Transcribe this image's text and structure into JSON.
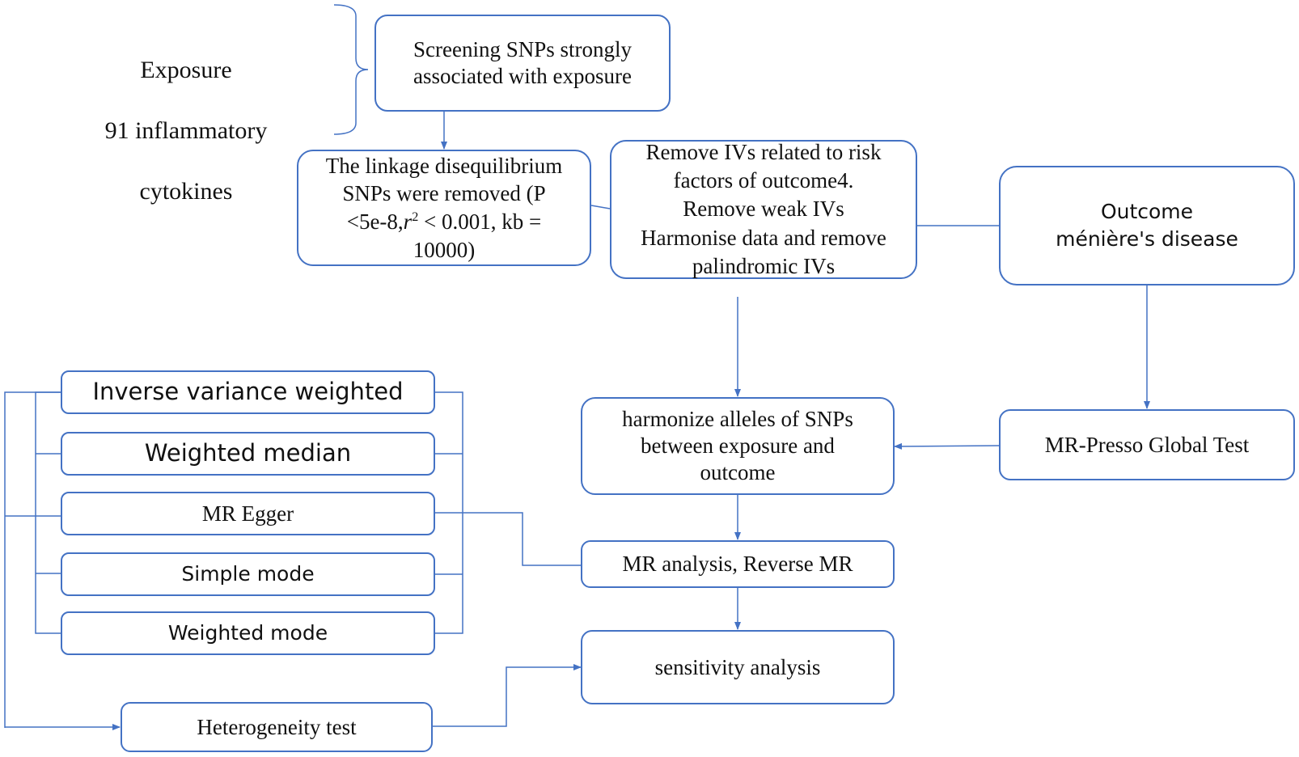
{
  "colors": {
    "line": "#4472c4",
    "box_border": "#4472c4",
    "text": "#111111",
    "background": "#ffffff"
  },
  "exposure_label": {
    "line1": "Exposure",
    "line2": "91 inflammatory",
    "line3": "cytokines"
  },
  "nodes": {
    "screening": "Screening SNPs strongly\nassociated with exposure",
    "linkage": {
      "part1": "The linkage disequilibrium\nSNPs were removed (P\n<5e-8,",
      "r": "r",
      "sup": "2",
      "part2": " < 0.001, kb =\n10000)"
    },
    "remove_ivs": "Remove IVs related to risk\nfactors of outcome4.\nRemove weak IVs\nHarmonise data and remove\npalindromic IVs",
    "outcome": {
      "line1": "Outcome",
      "line2": "ménière's disease"
    },
    "harmonize": "harmonize alleles of SNPs\nbetween exposure and\noutcome",
    "mr_presso": "MR-Presso Global Test",
    "mr_analysis": "MR analysis, Reverse MR",
    "sensitivity": "sensitivity analysis",
    "methods": [
      "Inverse variance weighted",
      "Weighted median",
      "MR Egger",
      "Simple mode",
      "Weighted mode"
    ],
    "heterogeneity": "Heterogeneity test"
  }
}
